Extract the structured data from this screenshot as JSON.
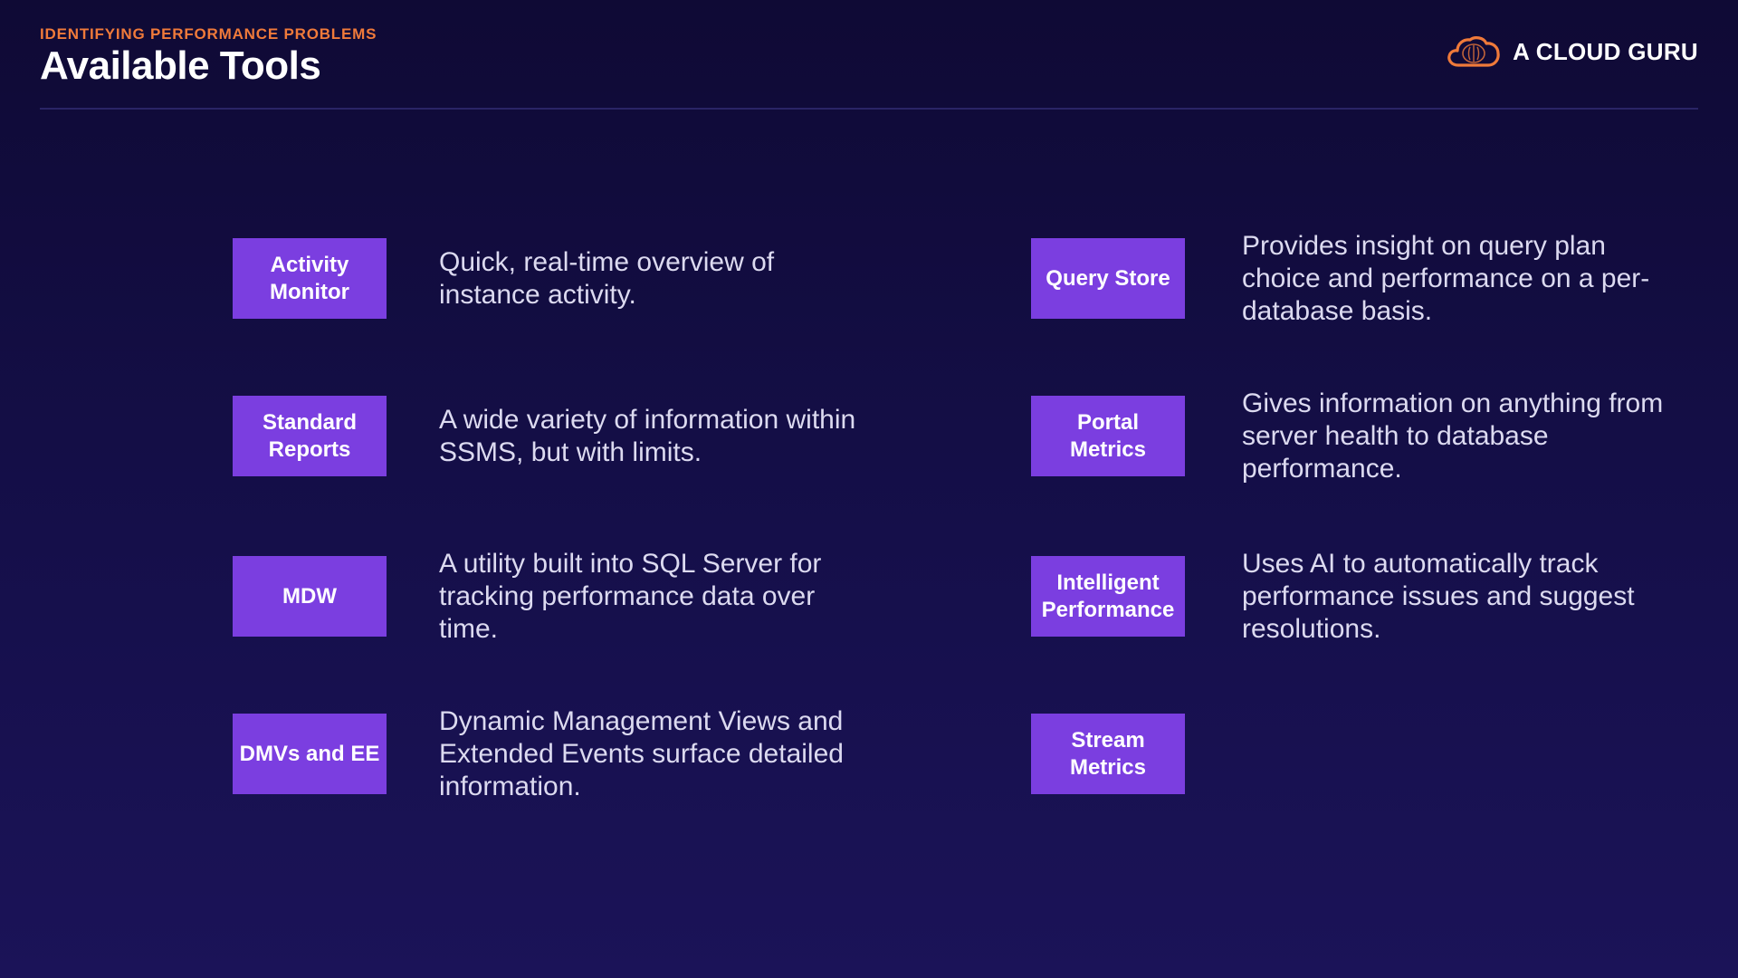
{
  "header": {
    "kicker": "IDENTIFYING PERFORMANCE PROBLEMS",
    "title": "Available Tools"
  },
  "logo": {
    "text": "A CLOUD GURU",
    "icon": "cloud-icon",
    "accent_color": "#f07a3a"
  },
  "colors": {
    "background": "#150f4a",
    "tool_box": "#7b3ee0",
    "kicker": "#f07a3a"
  },
  "tools_left": [
    {
      "label": "Activity Monitor",
      "description": "Quick, real-time overview of instance activity."
    },
    {
      "label": "Standard Reports",
      "description": "A wide variety of information within SSMS, but with limits."
    },
    {
      "label": "MDW",
      "description": "A utility built into SQL Server for tracking performance data over time."
    },
    {
      "label": "DMVs and EE",
      "description": "Dynamic Management Views and Extended Events surface detailed information."
    }
  ],
  "tools_right": [
    {
      "label": "Query Store",
      "description": "Provides insight on query plan choice and performance on a per-database basis."
    },
    {
      "label": "Portal Metrics",
      "description": "Gives information on anything from server health to database performance."
    },
    {
      "label": "Intelligent Performance",
      "description": "Uses AI to automatically track performance issues and suggest resolutions."
    },
    {
      "label": "Stream Metrics",
      "description": ""
    }
  ]
}
